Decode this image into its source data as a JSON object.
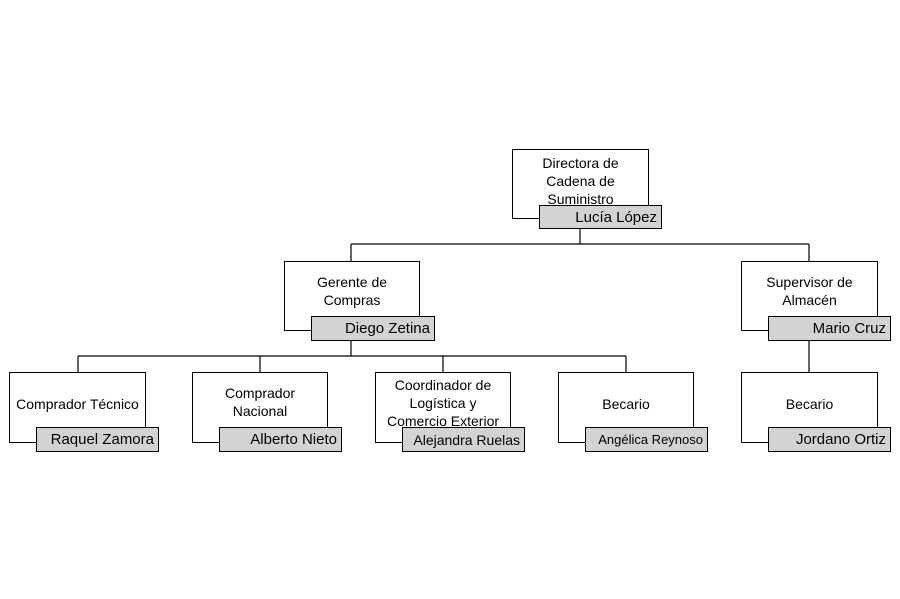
{
  "org": {
    "director": {
      "title": "Directora de Cadena de Suministro",
      "name": "Lucía López"
    },
    "purchasing_manager": {
      "title": "Gerente de Compras",
      "name": "Diego Zetina"
    },
    "warehouse_supervisor": {
      "title": "Supervisor de Almacén",
      "name": "Mario Cruz"
    },
    "technical_buyer": {
      "title": "Comprador Técnico",
      "name": "Raquel Zamora"
    },
    "national_buyer": {
      "title": "Comprador Nacional",
      "name": "Alberto Nieto"
    },
    "logistics_coordinator": {
      "title": "Coordinador de Logística y Comercio Exterior",
      "name": "Alejandra Ruelas"
    },
    "purchasing_intern": {
      "title": "Becario",
      "name": "Angélica Reynoso"
    },
    "warehouse_intern": {
      "title": "Becario",
      "name": "Jordano Ortiz"
    }
  },
  "colors": {
    "name_fill": "#d3d3d3",
    "title_fill": "#ffffff",
    "line": "#000000"
  }
}
